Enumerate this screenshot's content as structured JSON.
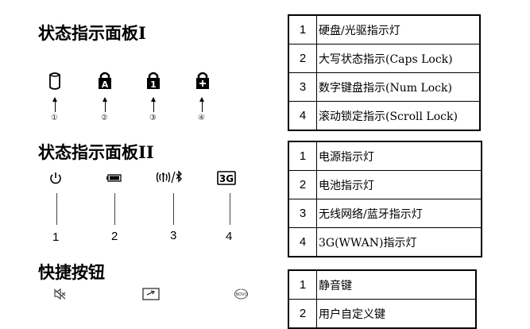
{
  "panel1": {
    "title": "状态指示面板I",
    "icons": [
      "hdd-icon",
      "caps-lock-icon",
      "num-lock-icon",
      "scroll-lock-icon"
    ],
    "markers": [
      "①",
      "②",
      "③",
      "④"
    ],
    "table": [
      {
        "num": "1",
        "text": "硬盘/光驱指示灯"
      },
      {
        "num": "2",
        "text": "大写状态指示(Caps Lock)"
      },
      {
        "num": "3",
        "text": "数字键盘指示(Num Lock)"
      },
      {
        "num": "4",
        "text": "滚动锁定指示(Scroll Lock)"
      }
    ]
  },
  "panel2": {
    "title": "状态指示面板II",
    "icons": [
      "power-icon",
      "battery-icon",
      "wireless-bluetooth-icon",
      "3g-icon"
    ],
    "icon_3g_text": "3G",
    "labels": [
      "1",
      "2",
      "3",
      "4"
    ],
    "table": [
      {
        "num": "1",
        "text": "电源指示灯"
      },
      {
        "num": "2",
        "text": "电池指示灯"
      },
      {
        "num": "3",
        "text": "无线网络/蓝牙指示灯"
      },
      {
        "num": "4",
        "text": "3G(WWAN)指示灯"
      }
    ]
  },
  "hotkeys": {
    "title": "快捷按钮",
    "icons": [
      "mute-icon",
      "user-defined-icon",
      "novo-icon"
    ],
    "novo_text": "NOVO",
    "table": [
      {
        "num": "1",
        "text": "静音键"
      },
      {
        "num": "2",
        "text": "用户自定义键"
      }
    ]
  }
}
